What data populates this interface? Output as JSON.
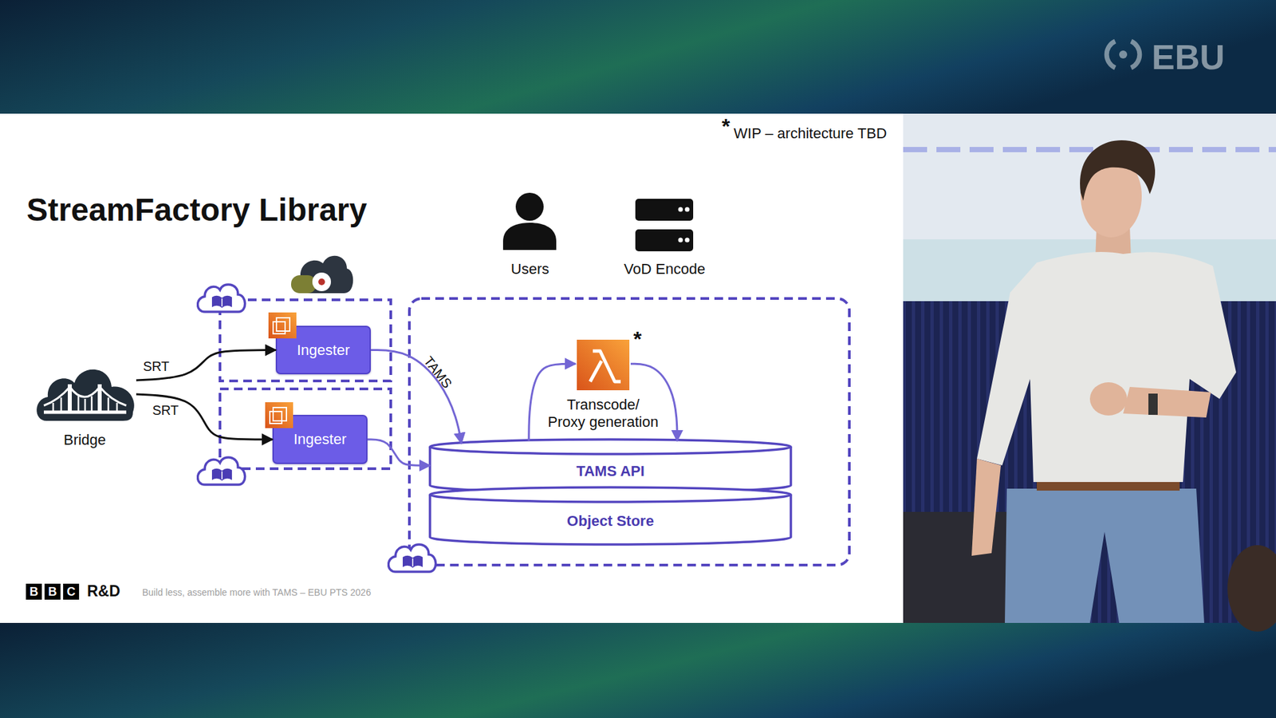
{
  "diagram": {
    "title": "StreamFactory Library",
    "nodes": [
      {
        "text": [
          "Users"
        ]
      },
      {
        "text": [
          "VoD Encode"
        ]
      },
      {
        "text": [
          "Bridge"
        ]
      },
      {
        "text": [
          "Ingester"
        ]
      },
      {
        "text": [
          "Ingester"
        ]
      },
      {
        "text": [
          "Transcode/ Proxy generation"
        ]
      },
      {
        "text": [
          "TAMS API"
        ]
      },
      {
        "text": [
          "Object Store"
        ]
      }
    ],
    "edges": [
      {
        "from": 2,
        "to": 3,
        "label": "SRT",
        "arrow": "to"
      },
      {
        "from": 2,
        "to": 4,
        "label": "SRT",
        "arrow": "to"
      },
      {
        "from": 3,
        "to": 6,
        "label": "TAMS",
        "arrow": "to"
      },
      {
        "from": 4,
        "to": 6,
        "arrow": "to"
      },
      {
        "from": 6,
        "to": 5,
        "arrow": "to"
      },
      {
        "from": 5,
        "to": 6,
        "arrow": "to"
      }
    ],
    "labels": [
      "EBU",
      "*",
      "WIP – architecture TBD",
      "*",
      "B",
      "B",
      "C",
      "R&D",
      "Build less, assemble more with TAMS – EBU PTS 2026"
    ]
  }
}
